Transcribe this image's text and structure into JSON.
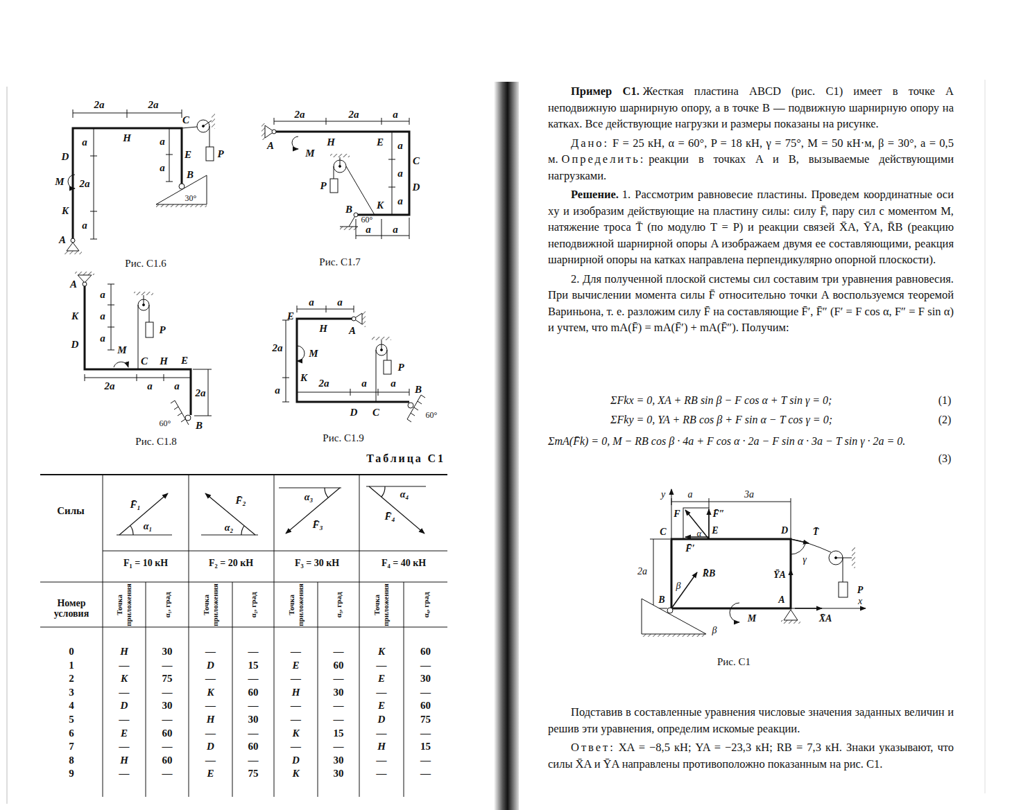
{
  "diagram": {
    "labels": [
      "2a",
      "2a",
      "H",
      "C",
      "D",
      "a",
      "a",
      "E",
      "a",
      "M",
      "2a",
      "B",
      "P",
      "K",
      "a",
      "30°",
      "A",
      "Рис. С1.6",
      "2a",
      "2a",
      "a",
      "A",
      "M",
      "H",
      "E",
      "a",
      "C",
      "a",
      "D",
      "P",
      "a",
      "K",
      "B",
      "60°",
      "a",
      "a",
      "Рис. С1.7",
      "A",
      "a",
      "K",
      "a",
      "a",
      "D",
      "P",
      "M",
      "C",
      "H",
      "E",
      "2a",
      "a",
      "a",
      "2a",
      "60°",
      "B",
      "Рис. С1.8",
      "a",
      "a",
      "E",
      "H",
      "A",
      "M",
      "2a",
      "P",
      "K",
      "a",
      "2a",
      "a",
      "a",
      "B",
      "D",
      "C",
      "60°",
      "Рис. С1.9",
      "Таблица С1",
      "Силы",
      "F̄₁",
      "α₁",
      "F̄₂",
      "α₂",
      "α₃",
      "F̄₃",
      "α₄",
      "F̄₄",
      "F₁ = 10 кН",
      "F₂ = 20 кН",
      "F₃ = 30 кН",
      "F₄ = 40 кН",
      "Номер условия",
      "Точка приложения",
      "α₁, град",
      "Точка приложения",
      "α₂, град",
      "Точка приложения",
      "α₃, град",
      "Точка приложения",
      "α₄, град",
      "0",
      "H",
      "30",
      "—",
      "—",
      "—",
      "—",
      "K",
      "60",
      "1",
      "—",
      "—",
      "D",
      "15",
      "E",
      "60",
      "—",
      "—",
      "2",
      "K",
      "75",
      "—",
      "—",
      "—",
      "—",
      "E",
      "30",
      "3",
      "—",
      "—",
      "K",
      "60",
      "H",
      "30",
      "—",
      "—",
      "4",
      "D",
      "30",
      "—",
      "—",
      "—",
      "—",
      "E",
      "60",
      "5",
      "—",
      "—",
      "H",
      "30",
      "—",
      "—",
      "D",
      "75",
      "6",
      "E",
      "60",
      "—",
      "—",
      "K",
      "15",
      "—",
      "—",
      "7",
      "—",
      "—",
      "D",
      "60",
      "—",
      "—",
      "H",
      "15",
      "8",
      "H",
      "60",
      "—",
      "—",
      "D",
      "30",
      "—",
      "—",
      "9",
      "—",
      "—",
      "E",
      "75",
      "K",
      "30",
      "—",
      "—",
      "Пример С1.",
      "Жесткая пластина ABCD (рис. С1) имеет в точке A неподвижную шарнирную опору, а в точке B — подвижную шарнирную опору на катках. Все действующие нагрузки и размеры показаны на рисунке.",
      "Дано:",
      "F = 25 кН, α = 60°, P = 18 кН, γ = 75°, M = 50 кН·м, β = 30°, a = 0,5 м.",
      "Определить:",
      "реакции в точках A и B, вызываемые действующими нагрузками.",
      "Решение.",
      "1. Рассмотрим равновесие пластины. Проведем координатные оси xy и изобразим действующие на пластину силы: силу F̄, пару сил с моментом M, натяжение троса T̄ (по модулю T = P) и реакции связей X̄A, ȲA, R̄B (реакцию неподвижной шарнирной опоры A изображаем двумя ее составляющими, реакция шарнирной опоры на катках направлена перпендикулярно опорной плоскости).",
      "2. Для полученной плоской системы сил составим три уравнения равновесия. При вычислении момента силы F̄ относительно точки A воспользуемся теоремой Вариньона, т. е. разложим силу F̄ на составляющие F̄′, F̄″ (F′ = F cos α, F″ = F sin α) и учтем, что mA(F̄) = mA(F̄′) + mA(F̄″). Получим:",
      "ΣFkx = 0, XA + RB sin β − F cos α + T sin γ = 0;",
      "(1)",
      "ΣFky = 0, YA + RB cos β + F sin α − T cos γ = 0;",
      "(2)",
      "ΣmA(F̄k) = 0, M − RB cos β · 4a + F cos α · 2a − F sin α · 3a − T sin γ · 2a = 0.",
      "(3)",
      "y",
      "a",
      "3a",
      "F",
      "F̄″",
      "α",
      "C",
      "E",
      "F̄′",
      "D",
      "T̄",
      "γ",
      "2a",
      "β",
      "R̄B",
      "ȲA",
      "P",
      "B",
      "A",
      "M",
      "X̄A",
      "x",
      "β",
      "Рис. С1",
      "Подставив в составленные уравнения числовые значения заданных величин и решив эти уравнения, определим искомые реакции.",
      "Ответ:",
      "XA = −8,5 кН; YA = −23,3 кН; RB = 7,3 кН. Знаки указывают, что силы X̄A и ȲA направлены противоположно показанным на рис. С1."
    ]
  }
}
